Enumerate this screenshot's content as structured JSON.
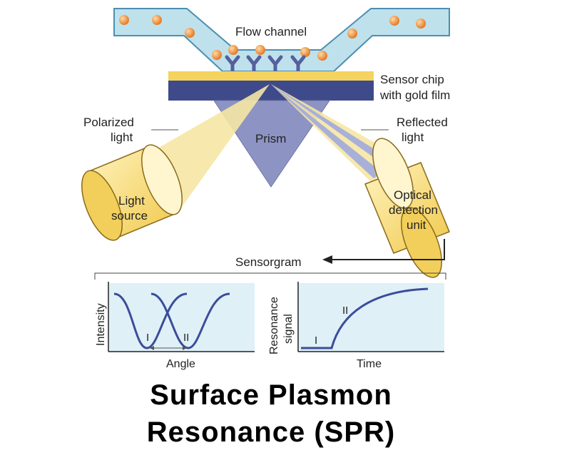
{
  "colors": {
    "channel_fill": "#bfe1ec",
    "channel_stroke": "#4b8fb0",
    "particle": "#f08a2c",
    "receptor": "#55609e",
    "gold": "#f4d35e",
    "chip_blue": "#3f4a8a",
    "prism": "#8d94c4",
    "light_beam": "#f6e6a4",
    "plot_bg": "#dff0f7",
    "curve": "#3a4d9a",
    "arrow": "#222222"
  },
  "diagram": {
    "flow_channel": "Flow channel",
    "sensor_chip": [
      "Sensor chip",
      "with gold film"
    ],
    "polarized_light": [
      "Polarized",
      "light"
    ],
    "reflected_light": [
      "Reflected",
      "light"
    ],
    "prism": "Prism",
    "light_source": [
      "Light",
      "source"
    ],
    "optical_unit": [
      "Optical",
      "detection",
      "unit"
    ],
    "sensorgram": "Sensorgram"
  },
  "plots": {
    "left": {
      "ylabel": "Intensity",
      "xlabel": "Angle",
      "markers": [
        "I",
        "II"
      ]
    },
    "right": {
      "ylabel": [
        "Resonance",
        "signal"
      ],
      "xlabel": "Time",
      "markers": [
        "I",
        "II"
      ]
    }
  },
  "title": [
    "Surface Plasmon",
    "Resonance (SPR)"
  ]
}
